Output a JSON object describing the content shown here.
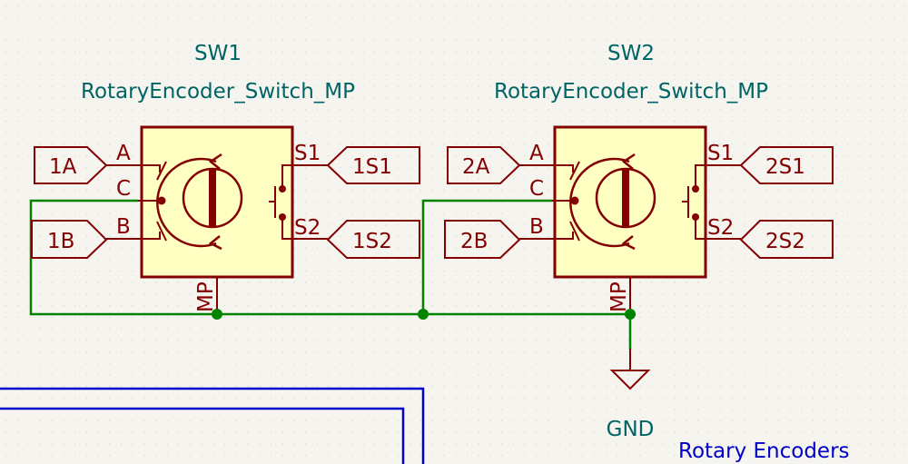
{
  "colors": {
    "background": "#f5f4ef",
    "grid_dot": "#c8c8c0",
    "symbol_outline": "#840000",
    "symbol_fill": "#ffffc2",
    "wire": "#008400",
    "junction": "#008400",
    "reference_text": "#006464",
    "sheet_border": "#0000c8",
    "sheet_text": "#0000c8"
  },
  "symbols": [
    {
      "reference": "SW1",
      "value": "RotaryEncoder_Switch_MP",
      "pins": {
        "a": "A",
        "b": "B",
        "c": "C",
        "s1": "S1",
        "s2": "S2",
        "mp": "MP"
      },
      "labels": {
        "a": "1A",
        "b": "1B",
        "s1": "1S1",
        "s2": "1S2"
      }
    },
    {
      "reference": "SW2",
      "value": "RotaryEncoder_Switch_MP",
      "pins": {
        "a": "A",
        "b": "B",
        "c": "C",
        "s1": "S1",
        "s2": "S2",
        "mp": "MP"
      },
      "labels": {
        "a": "2A",
        "b": "2B",
        "s1": "2S1",
        "s2": "2S2"
      }
    }
  ],
  "power": {
    "name": "GND"
  },
  "sheet": {
    "title": "Rotary Encoders"
  }
}
